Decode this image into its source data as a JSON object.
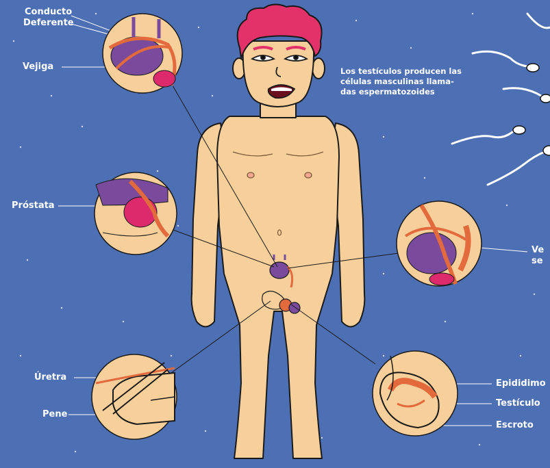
{
  "labels": {
    "conducto": "Conducto",
    "deferente": "Deferente",
    "vejiga": "Vejiga",
    "prostata": "Próstata",
    "uretra": "Úretra",
    "pene": "Pene",
    "epididimo": "Epididimo",
    "testiculo": "Testículo",
    "escroto": "Escroto",
    "vesicula_line1": "Ve",
    "vesicula_line2": "se"
  },
  "note": {
    "line1": "Los testículos producen las",
    "line2": "células masculinas llama-",
    "line3": "das espermatozoides"
  },
  "colors": {
    "background": "#4d6fb3",
    "skin": "#f7cf9b",
    "hair": "#e3326a",
    "bladder": "#7a4a9c",
    "duct": "#e26a3c",
    "prostate": "#dd2a6d",
    "outline": "#1a1a1a"
  }
}
